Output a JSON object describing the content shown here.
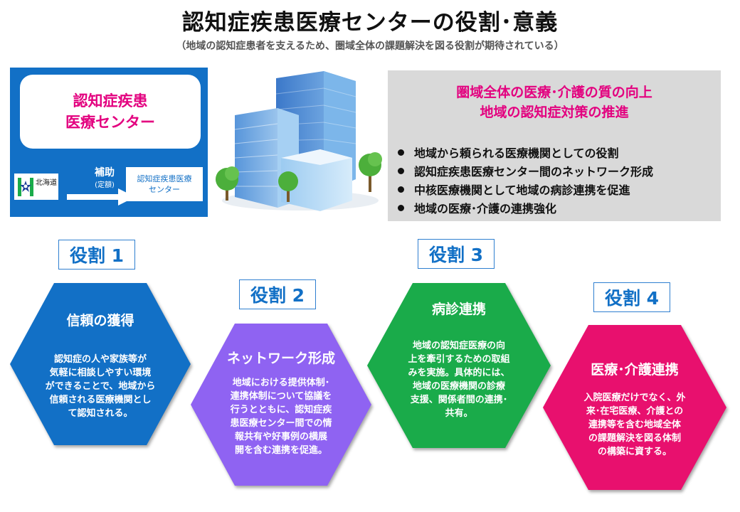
{
  "header": {
    "title": "認知症疾患医療センターの役割･意義",
    "subtitle": "（地域の認知症患者を支えるため、圏域全体の課題解決を図る役割が期待されている）"
  },
  "center_panel": {
    "center_name_line1": "認知症疾患",
    "center_name_line2": "医療センター",
    "prefecture": "北海道",
    "subsidy_label": "補助",
    "subsidy_sub": "(定額)",
    "small_center_line1": "認知症疾患医療",
    "small_center_line2": "センター"
  },
  "goals_panel": {
    "heading_line1": "圏域全体の医療･介護の質の向上",
    "heading_line2": "地域の認知症対策の推進",
    "bullets": [
      "地域から頼られる医療機関としての役割",
      "認知症疾患医療センター間のネットワーク形成",
      "中核医療機関として地域の病診連携を促進",
      "地域の医療･介護の連携強化"
    ]
  },
  "roles": [
    {
      "label": "役割 1",
      "title": "信頼の獲得",
      "body": [
        "認知症の人や家族等が",
        "気軽に相談しやすい環境",
        "ができることで、地域から",
        "信頼される医療機関とし",
        "て認知される。"
      ],
      "color": "#1270c6"
    },
    {
      "label": "役割 2",
      "title": "ネットワーク形成",
      "body": [
        "地域における提供体制･",
        "連携体制について協議を",
        "行うとともに、認知症疾",
        "患医療センター間での情",
        "報共有や好事例の横展",
        "開を含む連携を促進。"
      ],
      "color": "#8f63f2"
    },
    {
      "label": "役割 3",
      "title": "病診連携",
      "body": [
        "地域の認知症医療の向",
        "上を牽引するための取組",
        "みを実施。具体的には、",
        "地域の医療機関の診療",
        "支援、関係者間の連携･",
        "共有。"
      ],
      "color": "#1aab4a"
    },
    {
      "label": "役割 4",
      "title": "医療･介護連携",
      "body": [
        "入院医療だけでなく、外",
        "来･在宅医療、介護との",
        "連携等を含む地域全体",
        "の課題解決を図る体制",
        "の構築に資する。"
      ],
      "color": "#e8106e"
    }
  ],
  "icons": {
    "prefecture_emblem": "hokkaido-emblem-icon",
    "building": "hospital-building-icon",
    "arrow": "right-arrow-icon"
  }
}
